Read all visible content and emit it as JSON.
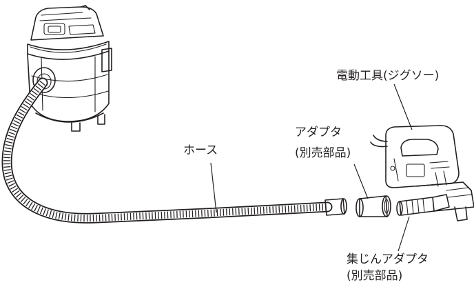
{
  "labels": {
    "power_tool": "電動工具(ジグソー)",
    "adapter_line1": "アダプタ",
    "adapter_line2": "(別売部品)",
    "hose": "ホース",
    "dust_adapter_line1": "集じんアダプタ",
    "dust_adapter_line2": "(別売部品)"
  },
  "colors": {
    "ink": "#231f20",
    "background": "#ffffff"
  }
}
